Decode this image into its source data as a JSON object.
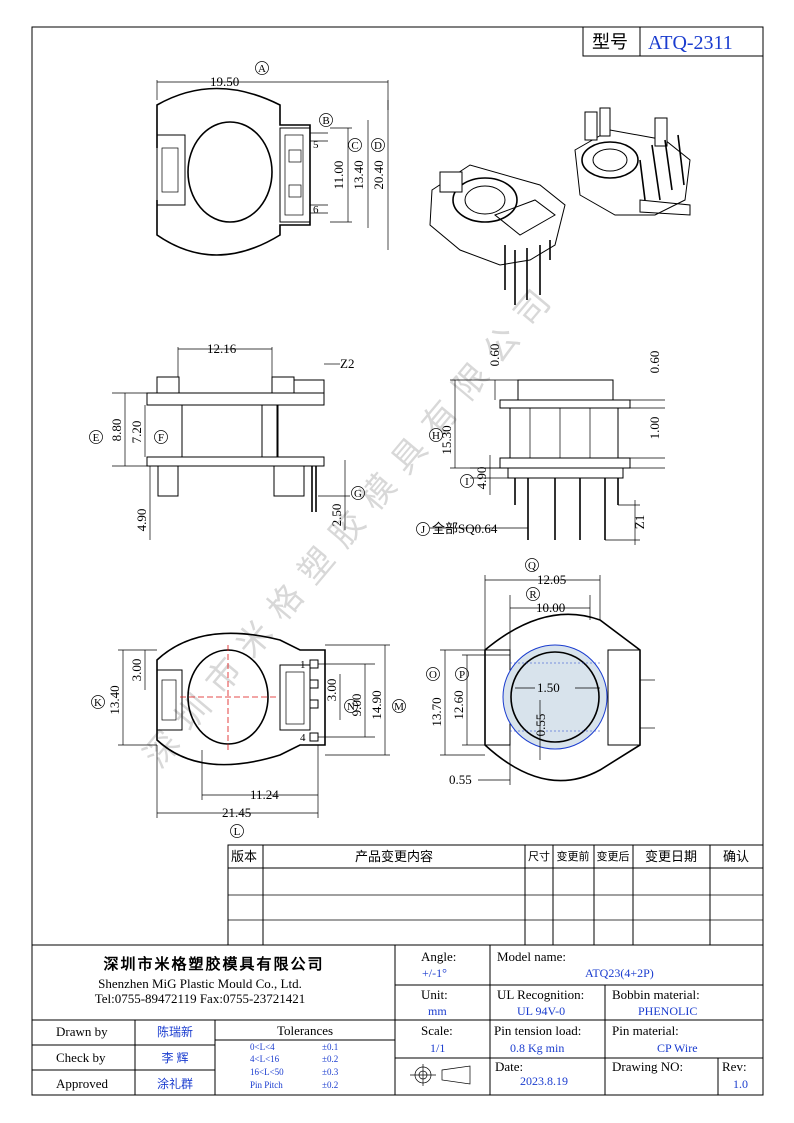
{
  "part": {
    "label": "型号",
    "number": "ATQ-2311"
  },
  "dims": {
    "A": "19.50",
    "B": "11.00",
    "C": "13.40",
    "D": "20.40",
    "E": "8.80",
    "F": "7.20",
    "G": "2.50",
    "H": "15.30",
    "I": "4.90",
    "K": "13.40",
    "M": "14.90",
    "N": "9.00",
    "O": "13.70",
    "P": "12.60",
    "Q": "12.05",
    "R": "10.00",
    "side_top": "12.16",
    "side_bottom": "4.90",
    "z2": "Z2",
    "front_top": "0.60",
    "front_top_right": "0.60",
    "front_right_mid": "1.00",
    "z1": "Z1",
    "pin_note": "全部SQ0.64",
    "bottom_k_inner": "3.00",
    "bottom_n_inner": "3.00",
    "bottom_l_inner": "11.24",
    "bottom_l": "21.45",
    "sec_wall_h": "1.50",
    "sec_wall_v": "0.55",
    "sec_bottom": "0.55",
    "pin_5": "5",
    "pin_6": "6",
    "pin_1": "1",
    "pin_4": "4"
  },
  "markers": [
    "A",
    "B",
    "C",
    "D",
    "E",
    "F",
    "G",
    "H",
    "I",
    "J",
    "K",
    "L",
    "M",
    "N",
    "O",
    "P",
    "Q",
    "R"
  ],
  "watermark": "深圳市米格塑胶模具有限公司",
  "revision_table": {
    "headers": [
      "版本",
      "产品变更内容",
      "尺寸",
      "变更前",
      "变更后",
      "变更日期",
      "确认"
    ]
  },
  "title_block": {
    "company_cn": "深圳市米格塑胶模具有限公司",
    "company_en": "Shenzhen MiG Plastic Mould Co., Ltd.",
    "contact": "Tel:0755-89472119   Fax:0755-23721421",
    "angle_label": "Angle:",
    "angle_value": "+/-1°",
    "model_label": "Model name:",
    "model_value": "ATQ23(4+2P)",
    "unit_label": "Unit:",
    "unit_value": "mm",
    "ul_label": "UL Recognition:",
    "ul_value": "UL 94V-0",
    "bobbin_label": "Bobbin material:",
    "bobbin_value": "PHENOLIC",
    "drawn_label": "Drawn by",
    "drawn_value": "陈瑞新",
    "check_label": "Check by",
    "check_value": "李 辉",
    "approved_label": "Approved",
    "approved_value": "涂礼群",
    "tolerances_label": "Tolerances",
    "tol_rows": [
      {
        "range": "0<L<4",
        "tol": "±0.1"
      },
      {
        "range": "4<L<16",
        "tol": "±0.2"
      },
      {
        "range": "16<L<50",
        "tol": "±0.3"
      },
      {
        "range": "Pin Pitch",
        "tol": "±0.2"
      }
    ],
    "scale_label": "Scale:",
    "scale_value": "1/1",
    "pin_tension_label": "Pin tension load:",
    "pin_tension_value": "0.8 Kg min",
    "pin_material_label": "Pin material:",
    "pin_material_value": "CP Wire",
    "date_label": "Date:",
    "date_value": "2023.8.19",
    "drawing_no_label": "Drawing NO:",
    "rev_label": "Rev:",
    "rev_value": "1.0"
  }
}
